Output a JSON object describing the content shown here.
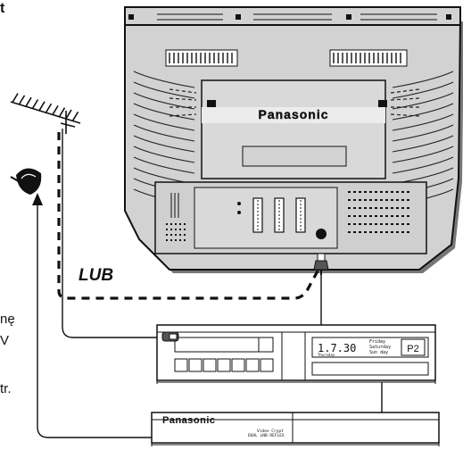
{
  "fragments": {
    "top_left": "t",
    "left_1": "nę",
    "left_2": "V",
    "left_3": "tr."
  },
  "connection": {
    "or_label": "LUB"
  },
  "tv": {
    "brand": "Panasonic"
  },
  "vcr": {
    "clock": "1.7.30",
    "clock_sub": "Thursday",
    "day_line1": "Friday",
    "day_line2": "Saturday",
    "day_line3": "Sun day",
    "program": "P2"
  },
  "sat_receiver": {
    "brand": "Panasonic",
    "model_line1": "Video Crypt",
    "model_line2": "DUAL LNB REFLEX"
  },
  "icons": [
    "antenna-icon",
    "satellite-dish-icon",
    "rf-connector-icon"
  ]
}
